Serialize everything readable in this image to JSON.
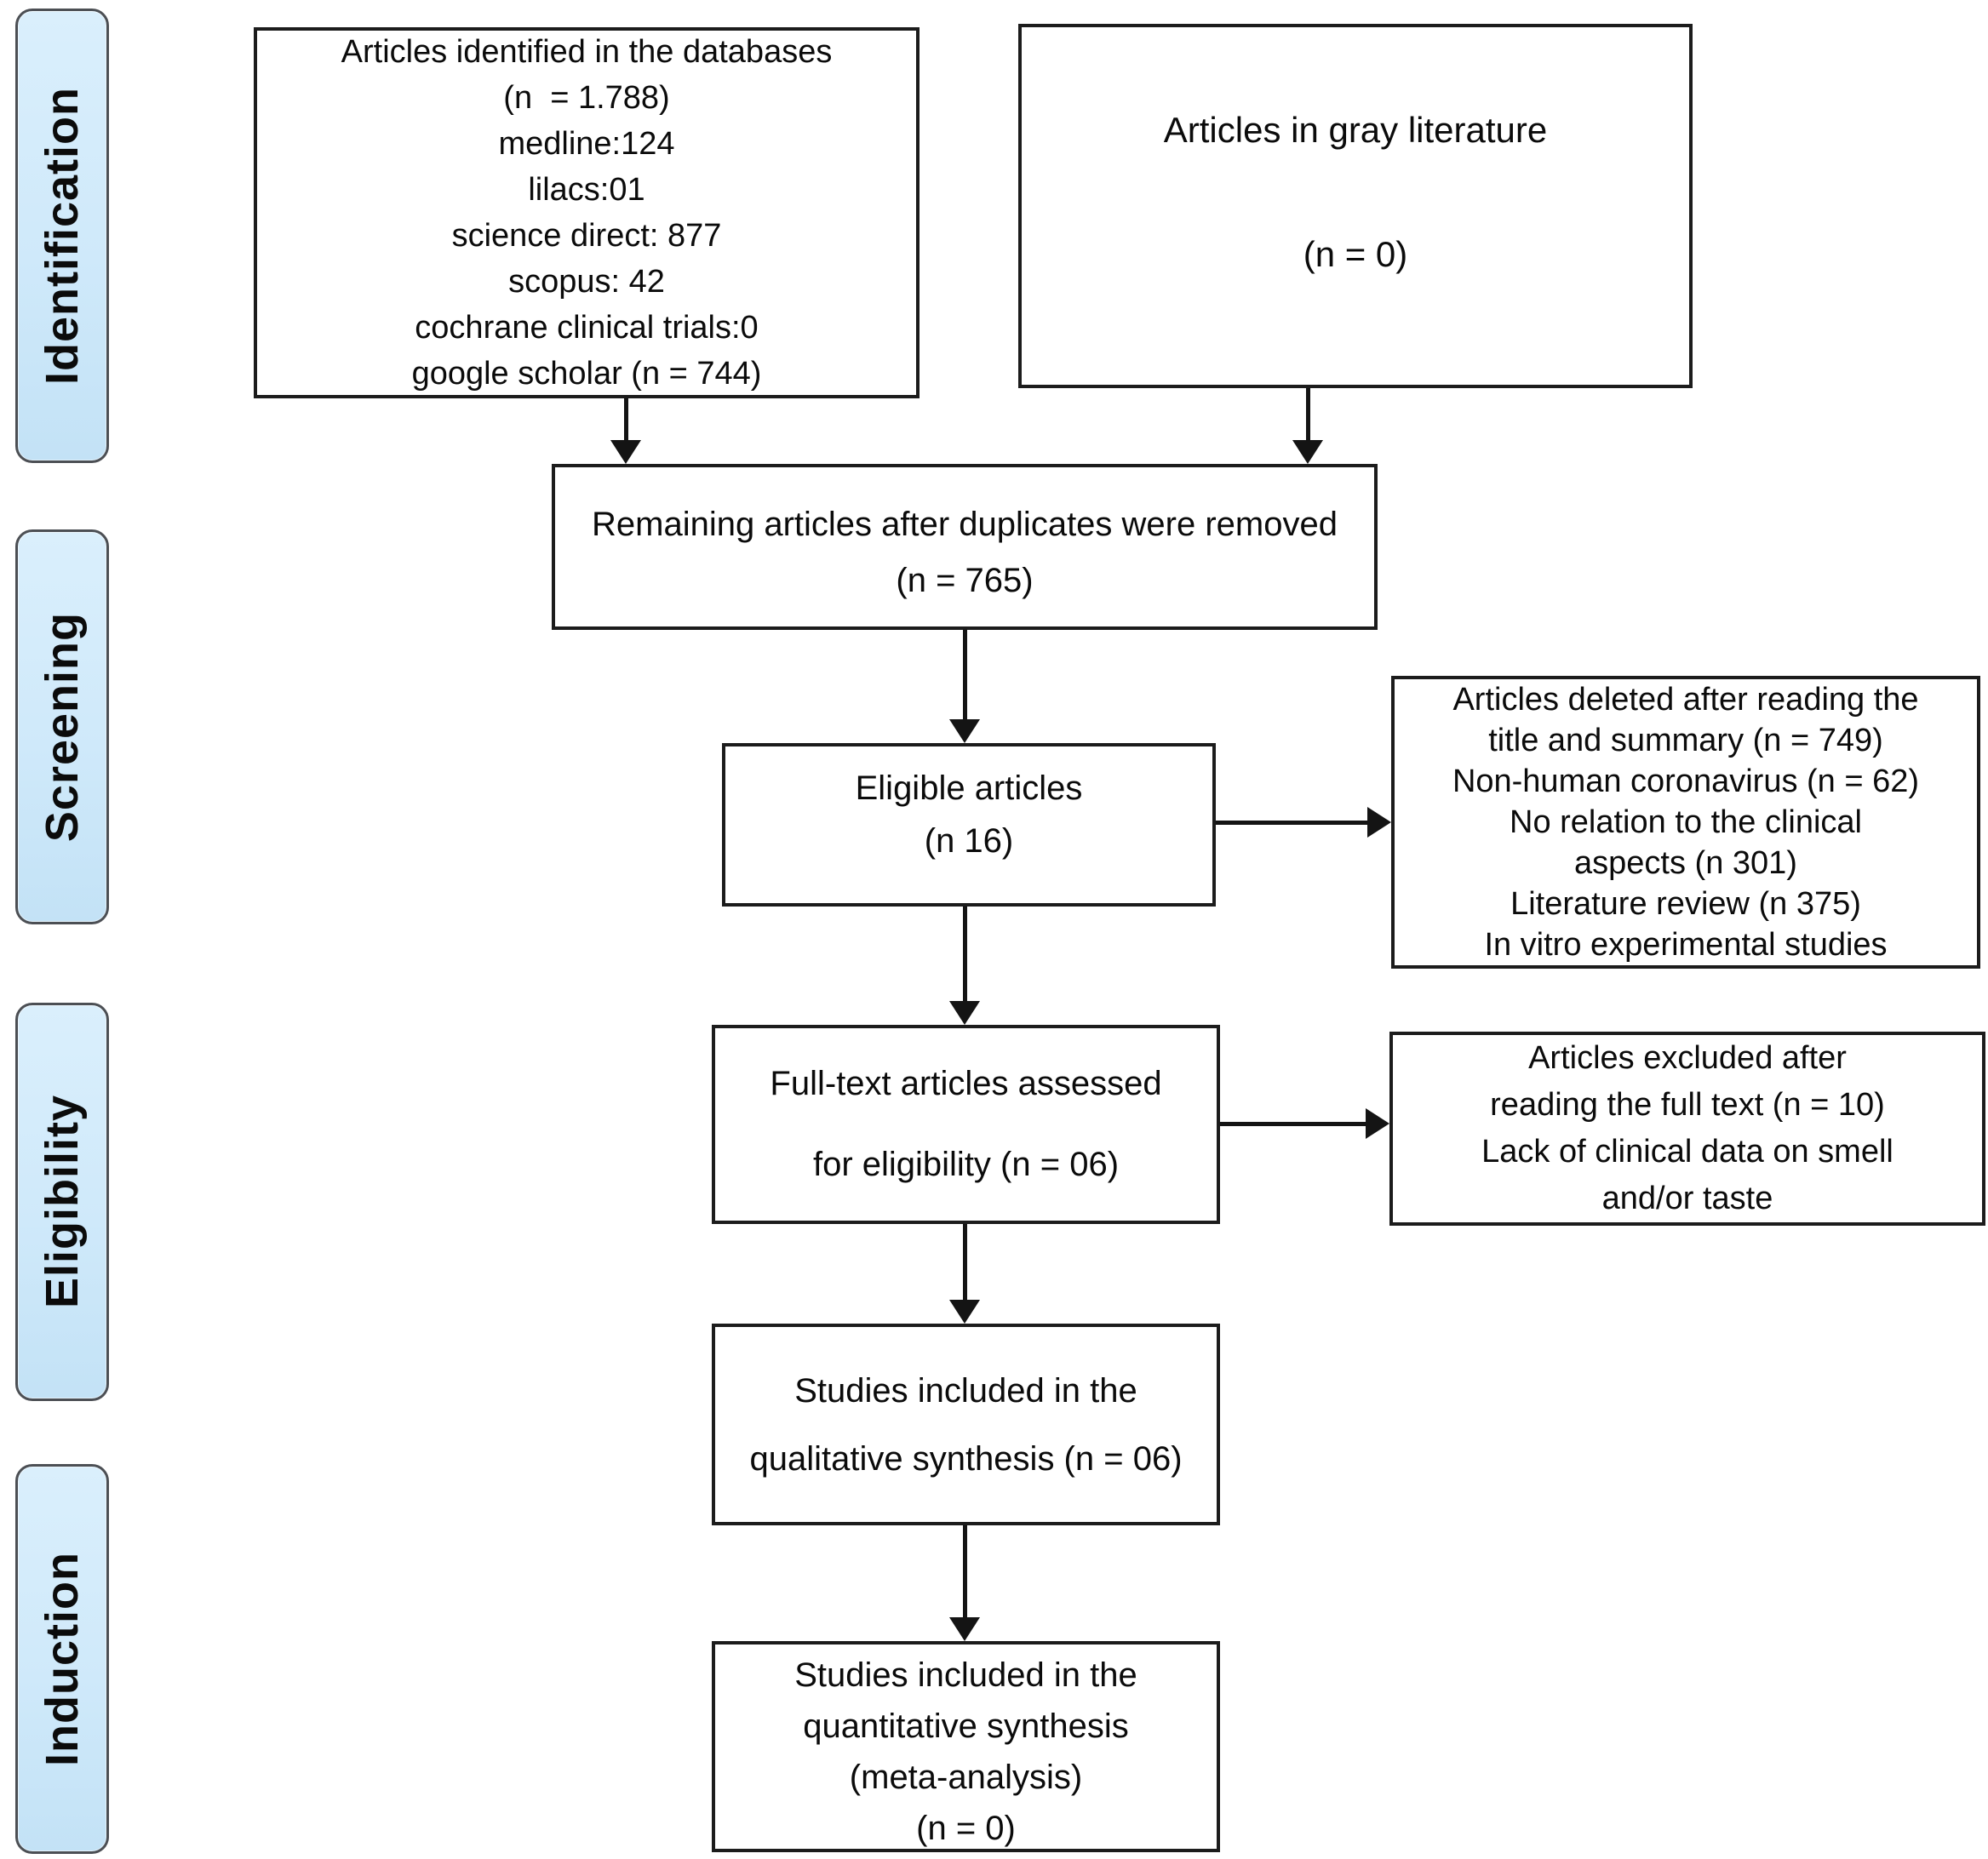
{
  "colors": {
    "stage_fill": "#cfe9fa",
    "stage_fill_dark": "#c3e2f6",
    "stage_border": "#4c4f54",
    "box_border": "#1c1c1c",
    "arrow": "#141414",
    "text": "#0b0b0b",
    "background": "#ffffff"
  },
  "stages": [
    {
      "label": "Identification"
    },
    {
      "label": "Screening"
    },
    {
      "label": "Eligibility"
    },
    {
      "label": "Induction"
    }
  ],
  "boxes": {
    "databases": {
      "lines": [
        "Articles identified in the databases",
        "(n  = 1.788)",
        "medline:124",
        "lilacs:01",
        "science direct: 877",
        "scopus: 42",
        "cochrane clinical trials:0",
        "google scholar (n = 744)"
      ]
    },
    "gray_literature": {
      "title": "Articles in gray literature",
      "count": "(n = 0)"
    },
    "duplicates_removed": {
      "lines": [
        "Remaining articles after duplicates were removed",
        "(n = 765)"
      ]
    },
    "eligible": {
      "lines": [
        "Eligible articles",
        "(n 16)"
      ]
    },
    "deleted_title_summary": {
      "lines": [
        "Articles deleted after reading the",
        "title and summary (n = 749)",
        "Non-human coronavirus (n = 62)",
        "No relation to the clinical",
        "aspects (n 301)",
        "Literature review (n 375)",
        "In vitro experimental studies"
      ]
    },
    "fulltext_assessed": {
      "lines": [
        "Full-text articles assessed",
        "for eligibility (n = 06)"
      ]
    },
    "excluded_fulltext": {
      "lines": [
        "Articles excluded after",
        "reading the full text (n = 10)",
        "Lack of clinical data on smell",
        "and/or taste"
      ]
    },
    "qualitative_synthesis": {
      "lines": [
        "Studies included in the",
        "qualitative synthesis (n = 06)"
      ]
    },
    "quantitative_synthesis": {
      "lines": [
        "Studies included in the",
        "quantitative synthesis",
        "(meta-analysis)",
        "(n = 0)"
      ]
    }
  }
}
